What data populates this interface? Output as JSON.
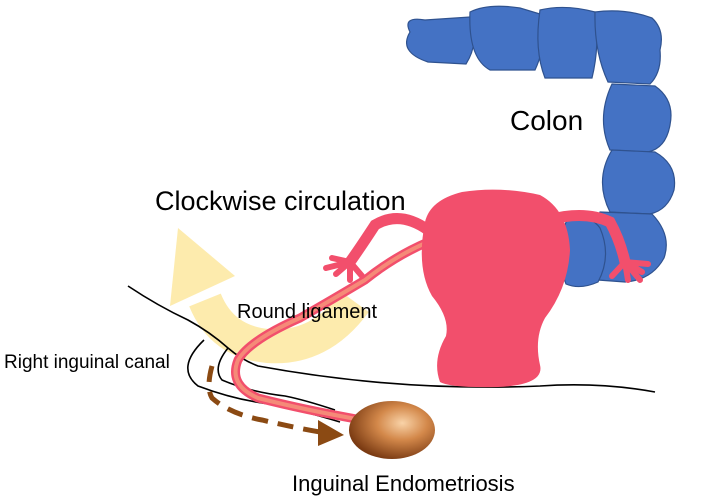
{
  "labels": {
    "colon": "Colon",
    "circulation": "Clockwise circulation",
    "round_ligament": "Round ligament",
    "inguinal_canal": "Right inguinal canal",
    "endometriosis": "Inguinal Endometriosis"
  },
  "colors": {
    "colon_fill": "#4472c4",
    "colon_stroke": "#2f528f",
    "uterus": "#f24f6c",
    "round_ligament_core": "#f58a78",
    "circulation_arrow": "#fde9a6",
    "migration_arrow": "#8b4a13",
    "lesion_light": "#f4c193",
    "lesion_dark": "#7a3a12",
    "outline": "#000000"
  }
}
